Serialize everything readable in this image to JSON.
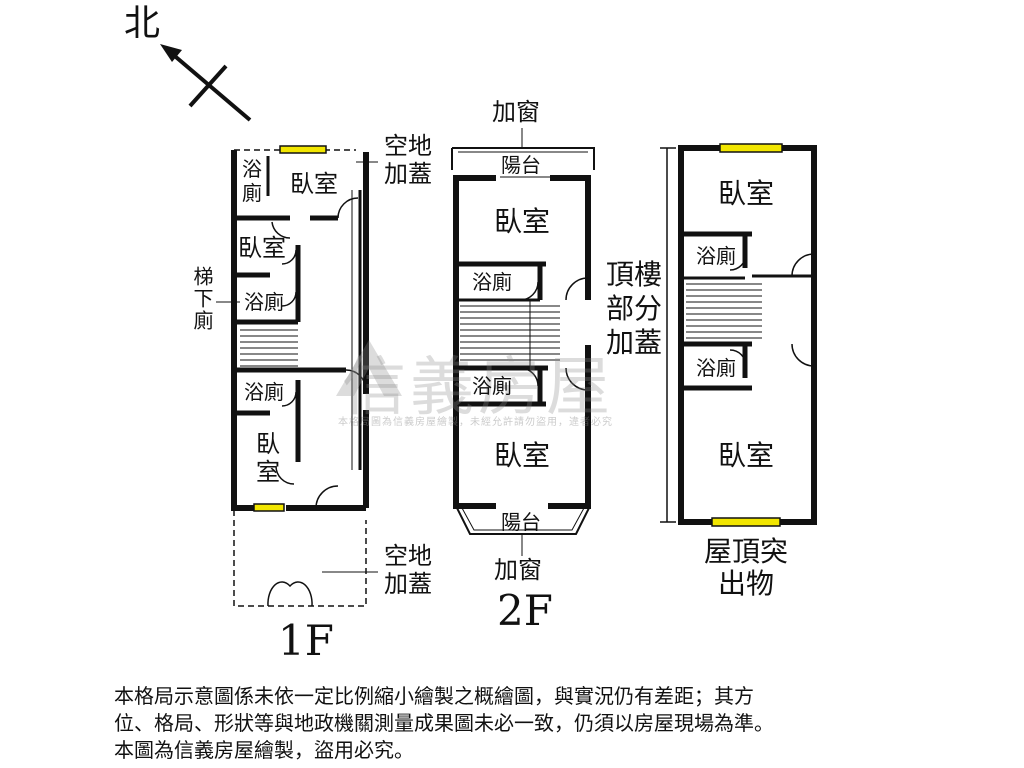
{
  "compass": {
    "north_label": "北"
  },
  "floor_1f": {
    "floor_label": "1F",
    "rooms": {
      "bath_top": "浴\n廁",
      "bedroom_top": "臥室",
      "bedroom_mid": "臥室",
      "bath_mid": "浴廁",
      "bath_low": "浴廁",
      "bedroom_low": "臥\n室"
    },
    "stair_toilet_label": "梯下廁",
    "addon_top": "空地\n加蓋",
    "addon_bottom": "空地\n加蓋"
  },
  "floor_2f": {
    "floor_label": "2F",
    "window_top": "加窗",
    "balcony_top": "陽台",
    "bedroom_top": "臥室",
    "bath_top": "浴廁",
    "bath_bottom": "浴廁",
    "bedroom_bottom": "臥室",
    "balcony_bottom": "陽台",
    "window_bottom": "加窗"
  },
  "floor_roof": {
    "bedroom_top": "臥室",
    "bath_top": "浴廁",
    "bath_bottom": "浴廁",
    "bedroom_bottom": "臥室",
    "side_note": "頂樓\n部分\n加蓋",
    "floor_label": "屋頂突\n出物"
  },
  "watermark": {
    "brand": "信義房屋",
    "notice": "本格局圖為信義房屋繪製，未經允許請勿盜用，違者必究"
  },
  "disclaimer": {
    "line1": "本格局示意圖係未依一定比例縮小繪製之概繪圖，與實況仍有差距；其方",
    "line2": "位、格局、形狀等與地政機關測量成果圖未必一致，仍須以房屋現場為準。",
    "line3": "本圖為信義房屋繪製，盜用必究。"
  },
  "colors": {
    "wall": "#111111",
    "window_fill": "#f2e600",
    "watermark": "#8c8c8c"
  }
}
